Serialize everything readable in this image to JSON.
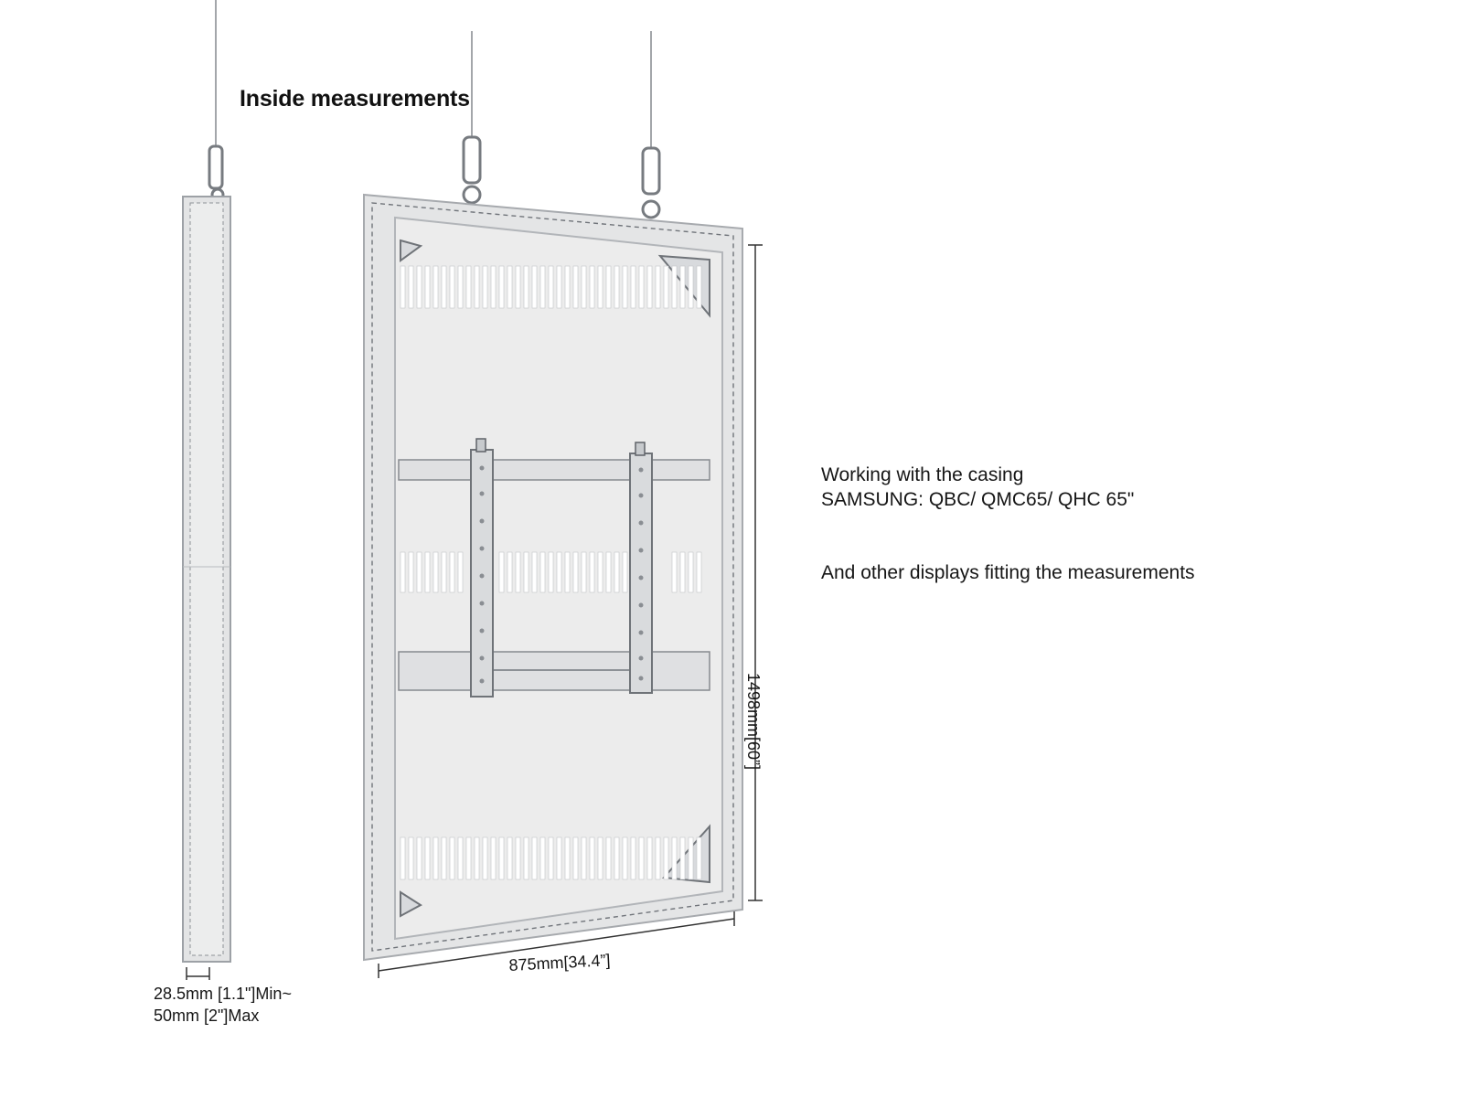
{
  "title": "Inside measurements",
  "info": {
    "line1": "Working with the casing",
    "line2": "SAMSUNG: QBC/ QMC65/ QHC 65\"",
    "line3": "And other displays fitting the measurements"
  },
  "dimensions": {
    "depth_min": "28.5mm [1.1\"]Min~",
    "depth_max": "50mm [2\"]Max",
    "width": "875mm[34.4”]",
    "height": "1498mm[60”]"
  },
  "colors": {
    "panel": "#e9eaeb",
    "frame": "#e3e4e5",
    "bracket": "#d9dbdd",
    "line": "#6f7378",
    "cable": "#9a9da1"
  }
}
